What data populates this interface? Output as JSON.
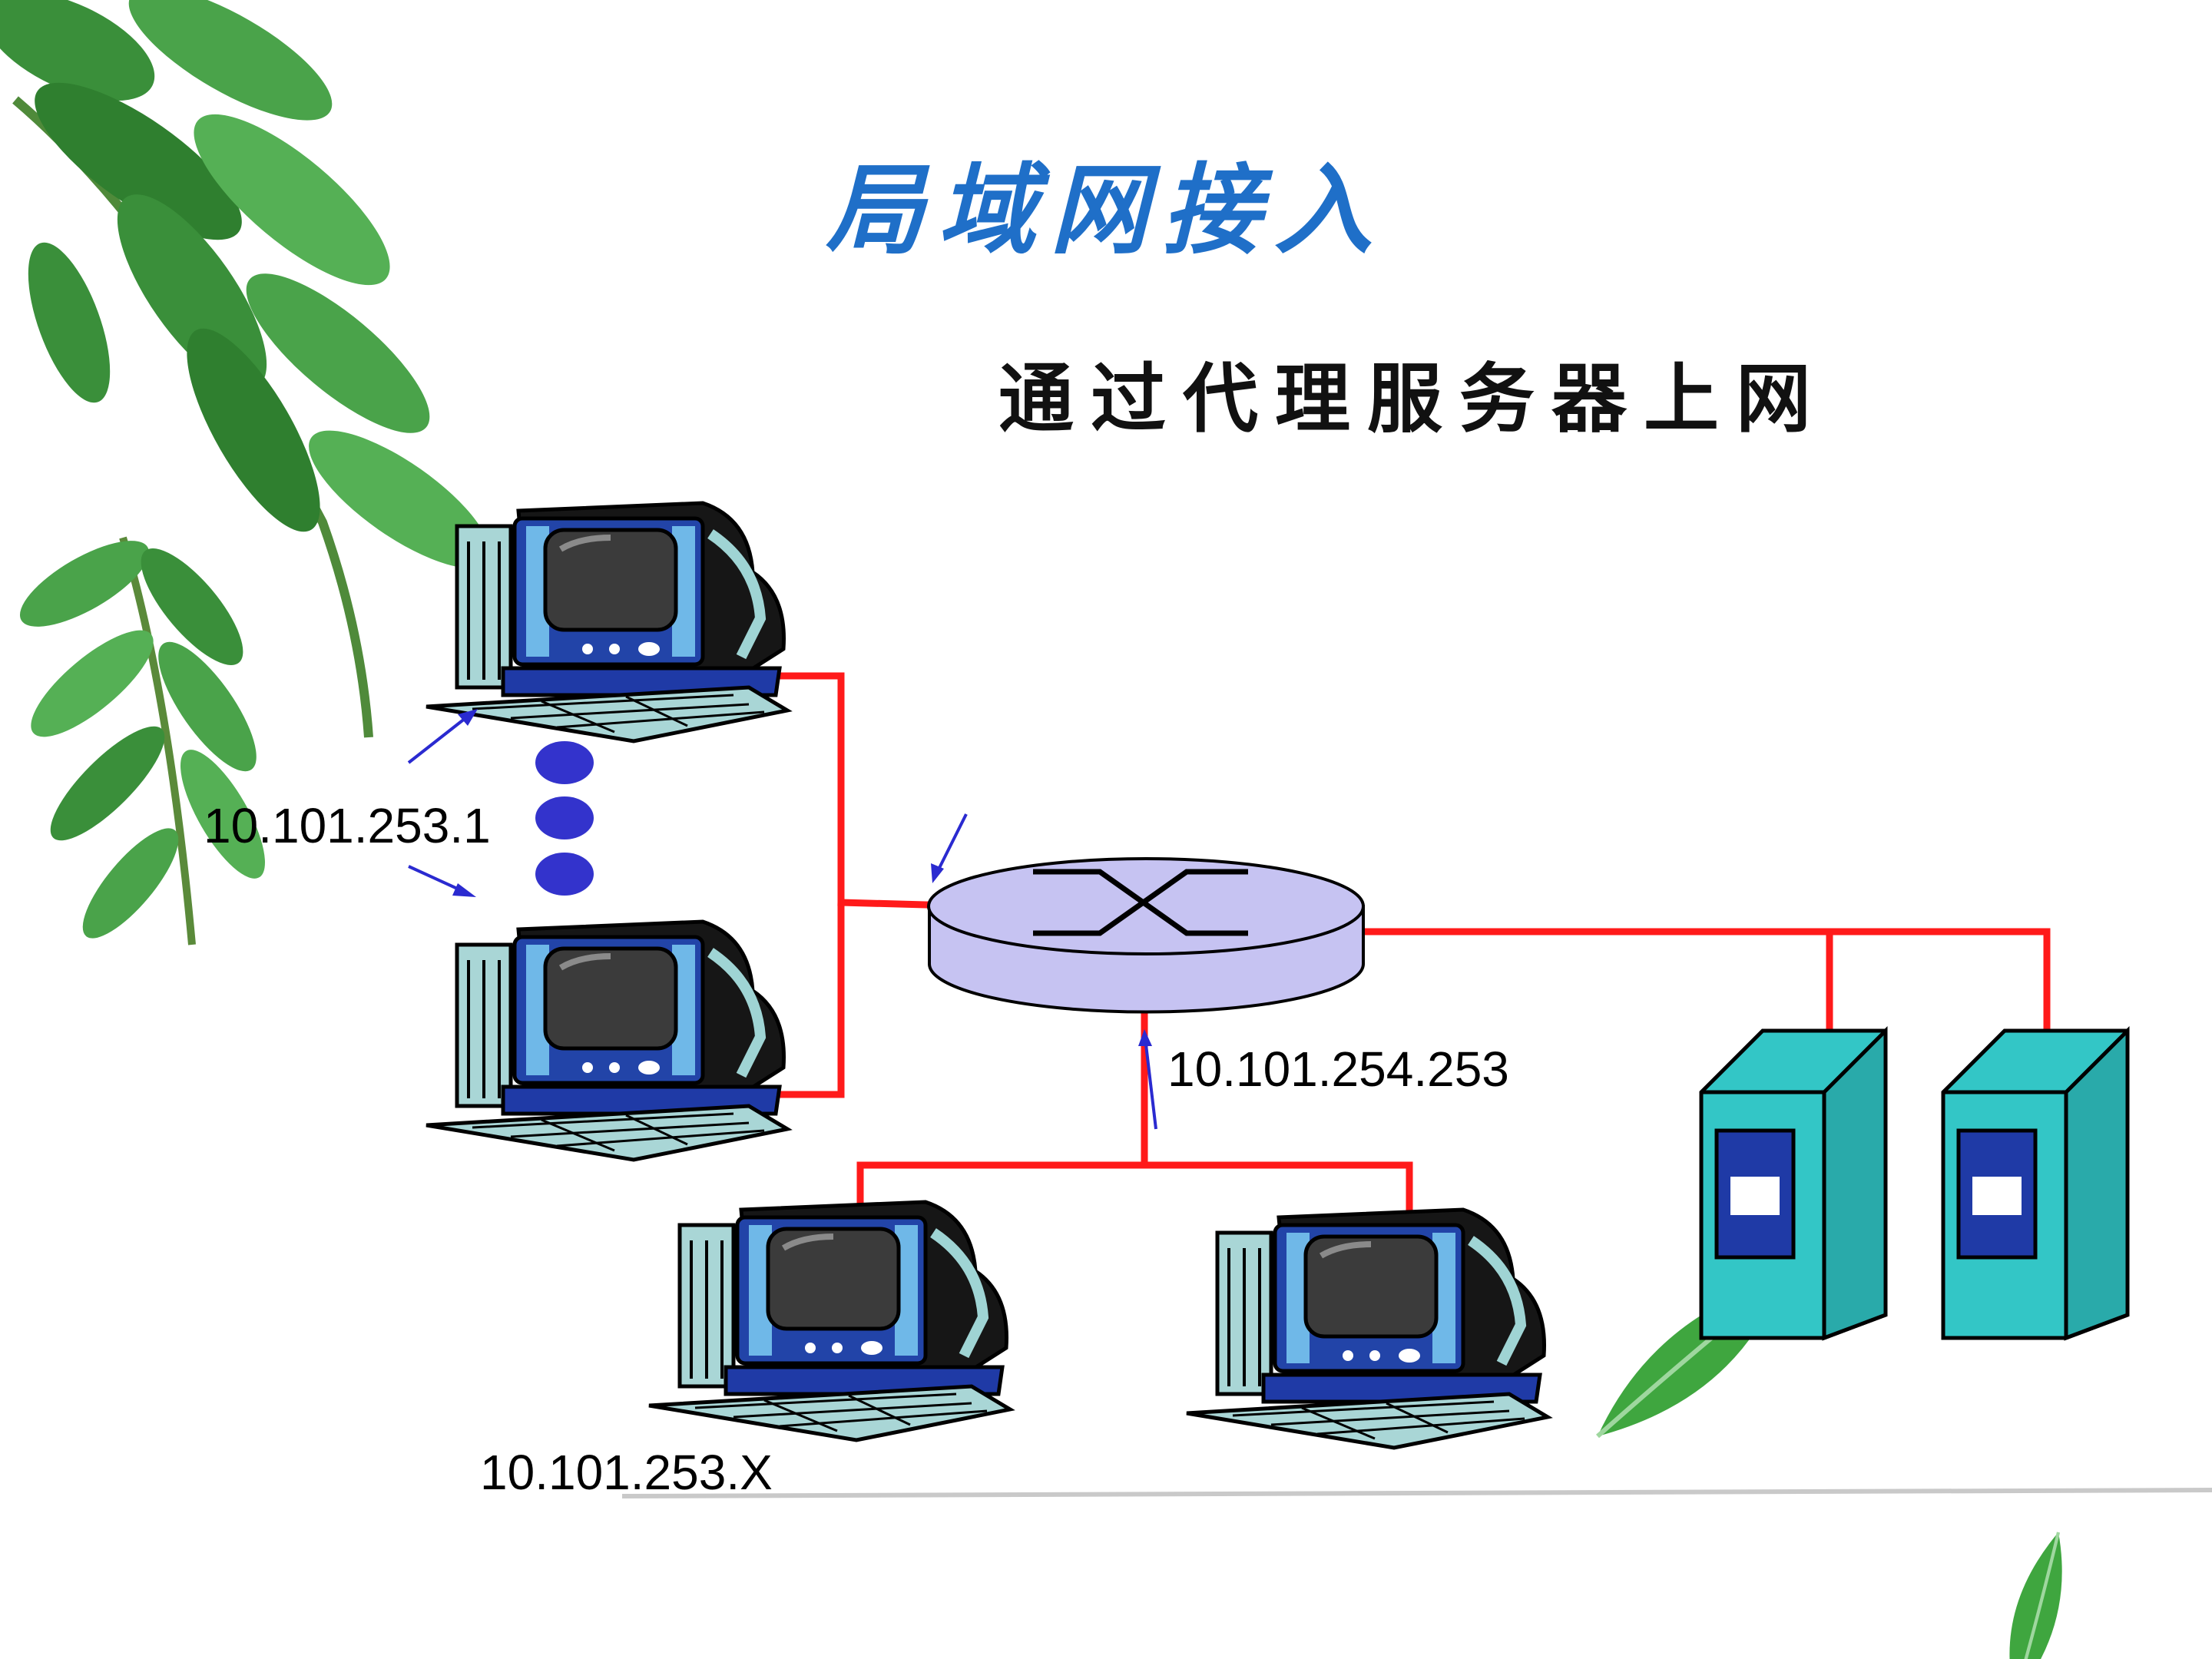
{
  "title": "局域网接入",
  "subtitle": "通过代理服务器上网",
  "labels": {
    "pc_top_ip": "10.101.253.1",
    "router_ip": "10.101.254.253",
    "pc_bottom_ip": "10.101.253.X"
  },
  "colors": {
    "cable": "#ff1a1a",
    "router_fill": "#c6c3f2",
    "server_fill": "#33c6c6",
    "pointer_arrow": "#2a2ad0",
    "title": "#1f6fc8"
  },
  "icons": {
    "workstation": "desktop-computer-icon",
    "router": "router-switch-icon",
    "server": "server-tower-icon"
  }
}
